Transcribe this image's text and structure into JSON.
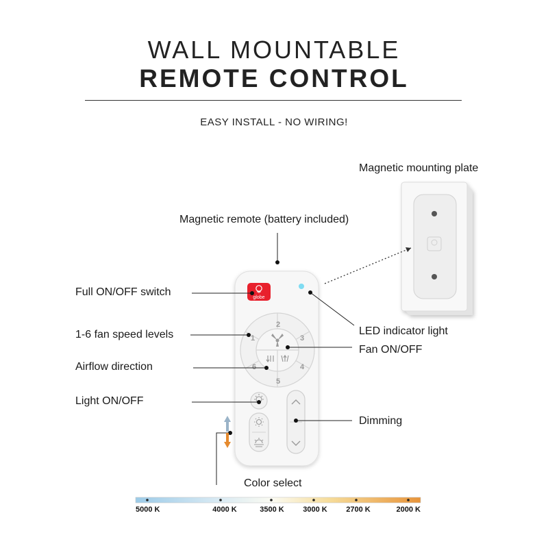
{
  "header": {
    "title_line1": "WALL MOUNTABLE",
    "title_line2": "REMOTE CONTROL",
    "subtitle": "EASY INSTALL - NO WIRING!"
  },
  "labels": {
    "mounting_plate": "Magnetic mounting plate",
    "magnetic_remote": "Magnetic remote (battery included)",
    "full_on_off": "Full ON/OFF switch",
    "led_indicator": "LED indicator light",
    "fan_speed": "1-6 fan speed levels",
    "fan_on_off": "Fan ON/OFF",
    "airflow": "Airflow direction",
    "light_on_off": "Light ON/OFF",
    "dimming": "Dimming",
    "color_select": "Color select"
  },
  "remote": {
    "brand_text": "globe",
    "speed_digits": [
      "1",
      "2",
      "3",
      "4",
      "5",
      "6"
    ]
  },
  "color_scale": {
    "ticks": [
      "5000 K",
      "4000 K",
      "3500 K",
      "3000 K",
      "2700 K",
      "2000 K"
    ]
  },
  "colors": {
    "power_red": "#e8202c",
    "led_cyan": "#7fdcf2",
    "scale_cool": "#9ccbe8",
    "scale_warm": "#e8943a",
    "arrow_blue": "#9ab3c8",
    "arrow_orange": "#e58a2e"
  }
}
